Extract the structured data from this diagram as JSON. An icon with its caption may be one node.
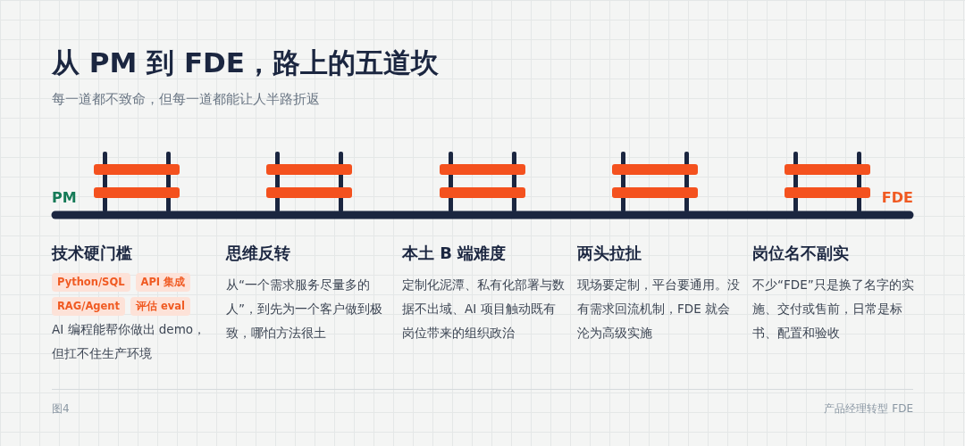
{
  "diagram": {
    "title": "从 PM 到 FDE，路上的五道坎",
    "nodes": [
      {
        "text": [
          "技术硬门槛",
          "AI 编程能帮你做出 demo，但扛不住生产环境"
        ]
      },
      {
        "text": [
          "Python/SQL"
        ],
        "in": 0
      },
      {
        "text": [
          "API 集成"
        ],
        "in": 0
      },
      {
        "text": [
          "RAG/Agent"
        ],
        "in": 0
      },
      {
        "text": [
          "评估 eval"
        ],
        "in": 0
      },
      {
        "text": [
          "思维反转",
          "从“一个需求服务尽量多的人”，到先为一个客户做到极致，哪怕方法很土"
        ]
      },
      {
        "text": [
          "本土 B 端难度",
          "定制化泥潭、私有化部署与数据不出域、AI 项目触动既有岗位带来的组织政治"
        ]
      },
      {
        "text": [
          "两头拉扯",
          "现场要定制，平台要通用。没有需求回流机制，FDE 就会沦为高级实施"
        ]
      },
      {
        "text": [
          "岗位名不副实",
          "不少“FDE”只是换了名字的实施、交付或售前，日常是标书、配置和验收"
        ]
      }
    ],
    "edges": [],
    "labels": [
      "每一道都不致命，但每一道都能让人半路折返",
      "PM",
      "FDE",
      "图4",
      "产品经理转型 FDE"
    ]
  }
}
